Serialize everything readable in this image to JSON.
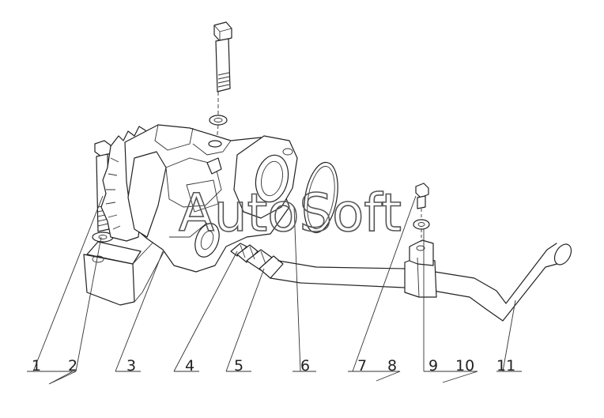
{
  "watermark": "AutoSoft",
  "callouts": [
    {
      "id": "1",
      "text": "1"
    },
    {
      "id": "2",
      "text": "2"
    },
    {
      "id": "3",
      "text": "3"
    },
    {
      "id": "4",
      "text": "4"
    },
    {
      "id": "5",
      "text": "5"
    },
    {
      "id": "6",
      "text": "6"
    },
    {
      "id": "7",
      "text": "7"
    },
    {
      "id": "8",
      "text": "8"
    },
    {
      "id": "9",
      "text": "9"
    },
    {
      "id": "10",
      "text": "10"
    },
    {
      "id": "11",
      "text": "11"
    }
  ]
}
